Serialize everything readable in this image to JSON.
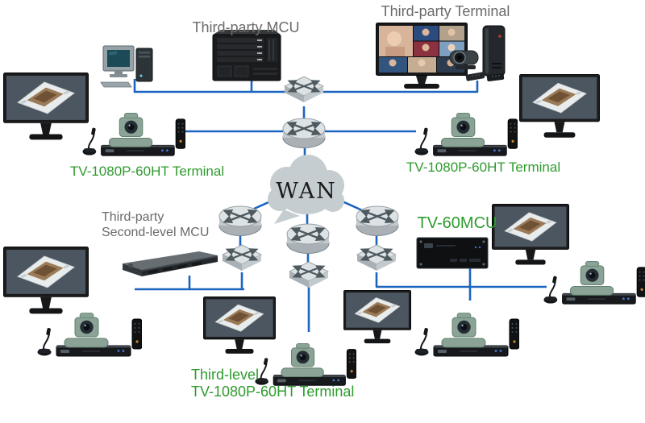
{
  "diagram": {
    "labels": {
      "third_party_mcu": "Third-party MCU",
      "third_party_terminal": "Third-party Terminal",
      "terminal_left": "TV-1080P-60HT Terminal",
      "terminal_right": "TV-1080P-60HT Terminal",
      "second_level_mcu_line1": "Third-party",
      "second_level_mcu_line2": "Second-level MCU",
      "tv60mcu": "TV-60MCU",
      "third_level_line1": "Third-level",
      "third_level_line2": "TV-1080P-60HT Terminal",
      "wan": "WAN"
    },
    "colors": {
      "connection_blue": "#1b64c0",
      "label_green": "#2e9b2e",
      "label_gray": "#6a6a6a",
      "cloud_gray": "#c5cdd0",
      "background": "#ffffff"
    },
    "icons": [
      "router-icon",
      "switch-icon",
      "wan-cloud",
      "room-monitor-icon",
      "videoconference-monitor-icon",
      "ptz-camera-icon",
      "microphone-icon",
      "codec-icon",
      "remote-icon",
      "desktop-pc-icon",
      "rack-server-icon",
      "mcu-chassis-icon",
      "tower-pc-icon",
      "flat-remotes-icon"
    ]
  }
}
